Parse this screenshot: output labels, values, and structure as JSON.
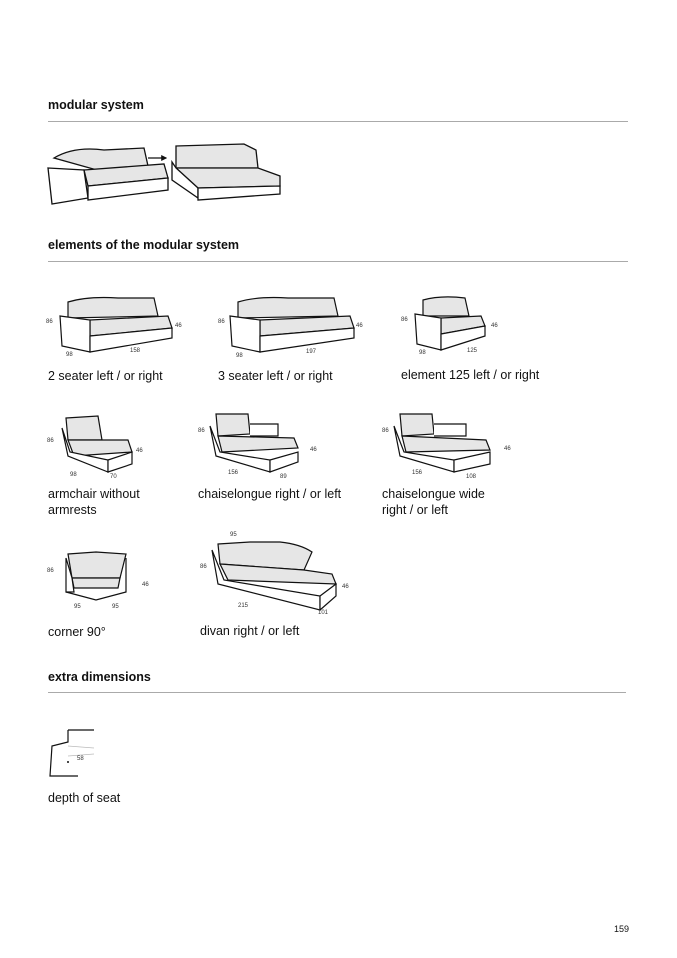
{
  "sections": {
    "modular": "modular system",
    "elements": "elements of the modular system",
    "extra": "extra dimensions"
  },
  "items": [
    {
      "label": "2 seater left / or right",
      "dims": {
        "height": "86",
        "seat": "46",
        "depth": "98",
        "width": "158"
      }
    },
    {
      "label": "3 seater left / or right",
      "dims": {
        "height": "86",
        "seat": "46",
        "depth": "98",
        "width": "197"
      }
    },
    {
      "label": "element 125 left / or right",
      "dims": {
        "height": "86",
        "seat": "46",
        "depth": "98",
        "width": "125"
      }
    },
    {
      "label": "armchair without armrests",
      "dims": {
        "height": "86",
        "seat": "46",
        "depth": "98",
        "width": "70"
      }
    },
    {
      "label": "chaiselongue right / or left",
      "dims": {
        "height": "86",
        "seat": "46",
        "depth": "156",
        "width": "89"
      }
    },
    {
      "label": "chaiselongue wide right / or left",
      "dims": {
        "height": "86",
        "seat": "46",
        "depth": "156",
        "width": "108"
      }
    },
    {
      "label": "corner 90°",
      "dims": {
        "height": "86",
        "seat": "46",
        "depth": "95",
        "width": "95"
      }
    },
    {
      "label": "divan right / or left",
      "dims": {
        "height": "86",
        "seat": "46",
        "depth": "215",
        "width": "101",
        "top": "95"
      }
    }
  ],
  "extra": {
    "label": "depth of seat",
    "value": "58"
  },
  "page_number": "159"
}
